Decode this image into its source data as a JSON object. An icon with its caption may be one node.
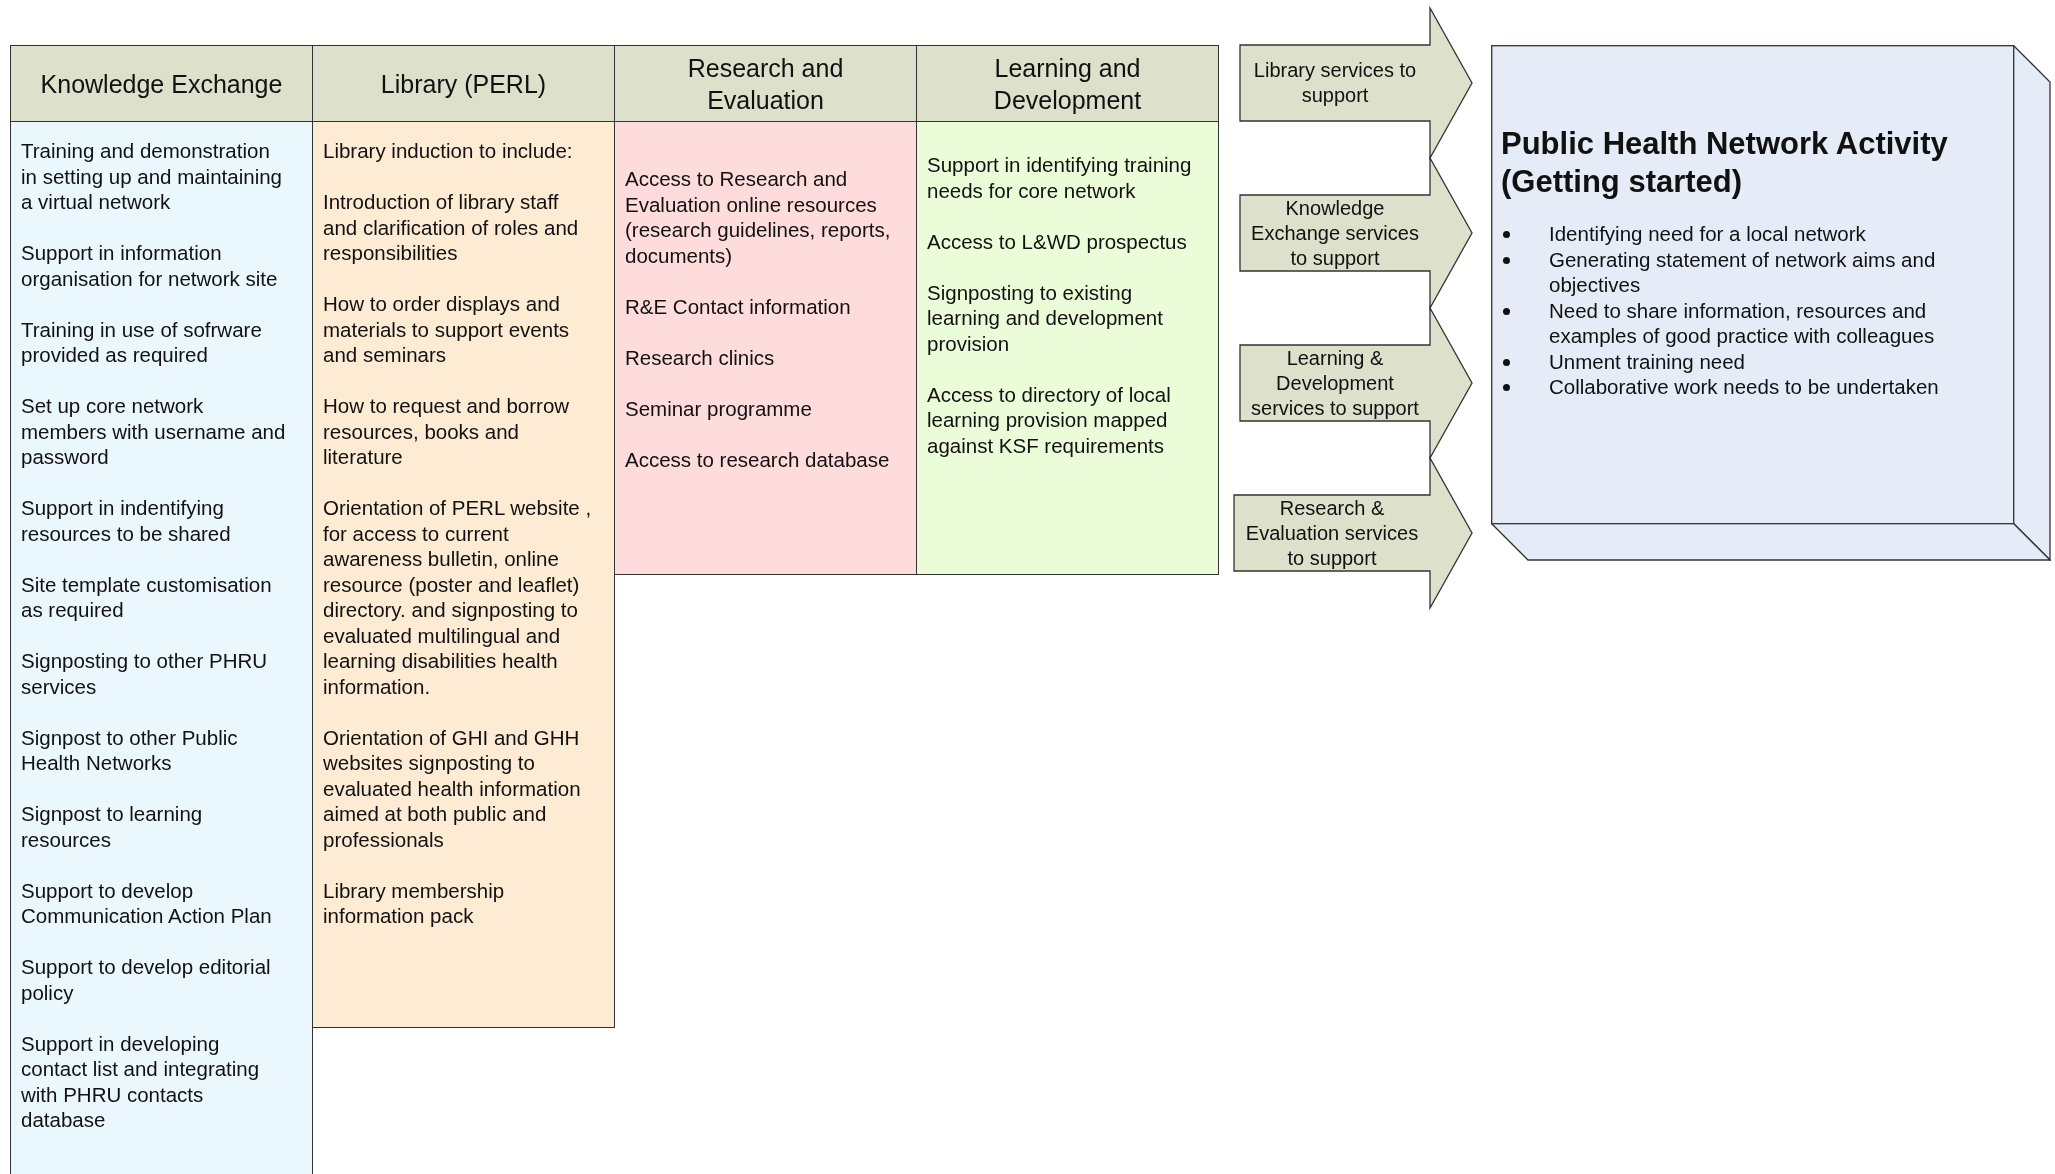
{
  "diagram": {
    "nodes": [
      {
        "text": [
          "Knowledge Exchange"
        ]
      },
      {
        "text": [
          "Library (PERL)"
        ]
      },
      {
        "text": [
          "Research and Evaluation"
        ]
      },
      {
        "text": [
          "Learning and Development"
        ]
      },
      {
        "text": [
          "Training and demonstration in setting up and maintaining a virtual network",
          "Support in information organisation for network site",
          "Training in use of sofrware provided as required",
          "Set up core network members with username and password",
          "Support in indentifying resources to be shared",
          "Site template customisation as required",
          "Signposting to other PHRU services",
          "Signpost to other Public Health Networks",
          "Signpost to learning resources",
          "Support to develop Communication Action Plan",
          "Support to develop editorial policy",
          "Support in developing contact list and integrating with PHRU contacts database"
        ]
      },
      {
        "text": [
          "Library induction to include:",
          "Introduction of library staff and clarification of roles and responsibilities",
          "How to order displays and materials to support events and seminars",
          "How to request and borrow resources, books and literature",
          "Orientation of PERL website , for access to current awareness bulletin, online resource (poster and leaflet) directory. and signposting to evaluated  multilingual and learning disabilities health information.",
          "Orientation of GHI and GHH websites signposting to evaluated health information aimed at both public and professionals",
          "Library membership information pack"
        ]
      },
      {
        "text": [
          "Access to Research and Evaluation online resources (research guidelines, reports, documents)",
          "R&E Contact information",
          "Research clinics",
          "Seminar programme",
          "Access to research database"
        ]
      },
      {
        "text": [
          "Support in identifying training needs for core network",
          "Access to L&WD prospectus",
          "Signposting to existing learning and development provision",
          "Access to directory of local learning provision mapped against KSF requirements"
        ]
      },
      {
        "text": [
          "Library services to support"
        ]
      },
      {
        "text": [
          "Knowledge Exchange services to support"
        ]
      },
      {
        "text": [
          "Learning & Development services to support"
        ]
      },
      {
        "text": [
          "Research & Evaluation services to support"
        ]
      },
      {
        "text": [
          "Public Health Network Activity (Getting started)",
          "Identifying need for a local network",
          "Generating statement of network aims and objectives",
          "Need to share information, resources and examples of good practice with colleagues",
          "Unment training need",
          "Collaborative work needs to be undertaken"
        ]
      }
    ]
  }
}
